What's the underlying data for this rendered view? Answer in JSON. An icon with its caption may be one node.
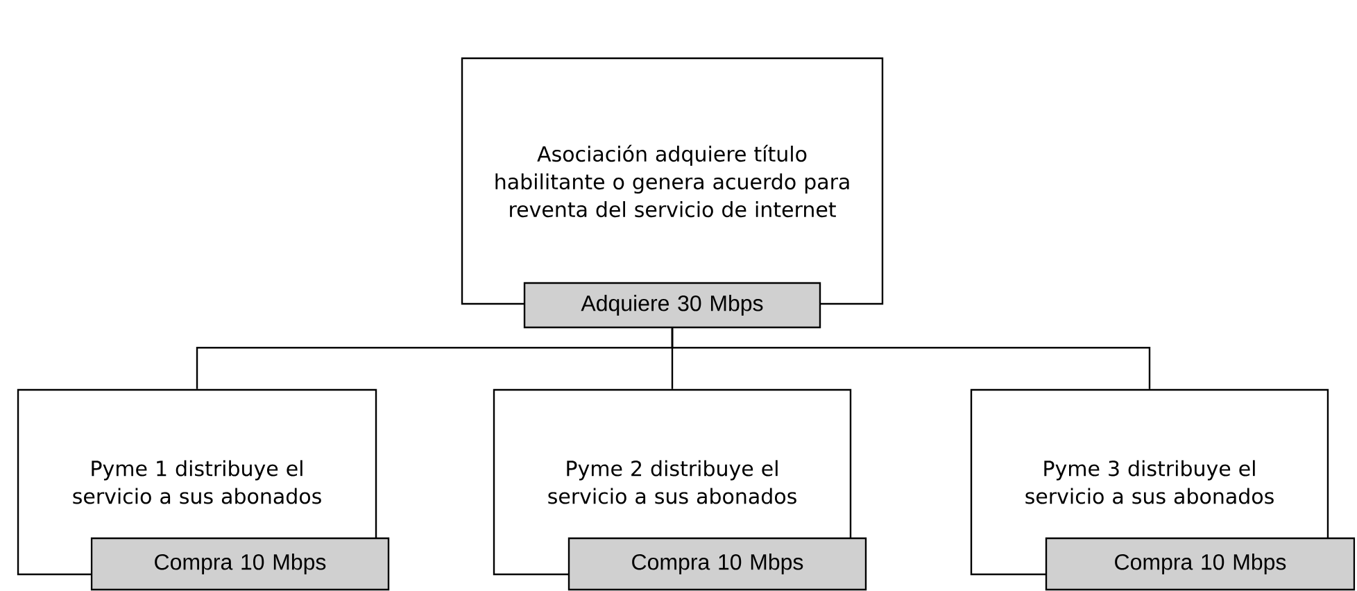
{
  "diagram": {
    "nodes": [
      {
        "text": [
          "Asociación adquiere título habilitante o genera acuerdo para reventa del servicio de internet"
        ]
      },
      {
        "text": [
          "Adquiere 30 Mbps"
        ]
      },
      {
        "text": [
          "Pyme 1 distribuye el servicio a sus abonados"
        ]
      },
      {
        "text": [
          "Compra 10 Mbps"
        ]
      },
      {
        "text": [
          "Pyme 2 distribuye el servicio a sus abonados"
        ]
      },
      {
        "text": [
          "Compra 10 Mbps"
        ]
      },
      {
        "text": [
          "Pyme 3 distribuye el servicio a sus abonados"
        ]
      },
      {
        "text": [
          "Compra 10 Mbps"
        ]
      }
    ],
    "edges": [
      {
        "from": 1,
        "to": 2,
        "arrow": "none"
      },
      {
        "from": 1,
        "to": 4,
        "arrow": "none"
      },
      {
        "from": 1,
        "to": 6,
        "arrow": "none"
      }
    ]
  }
}
